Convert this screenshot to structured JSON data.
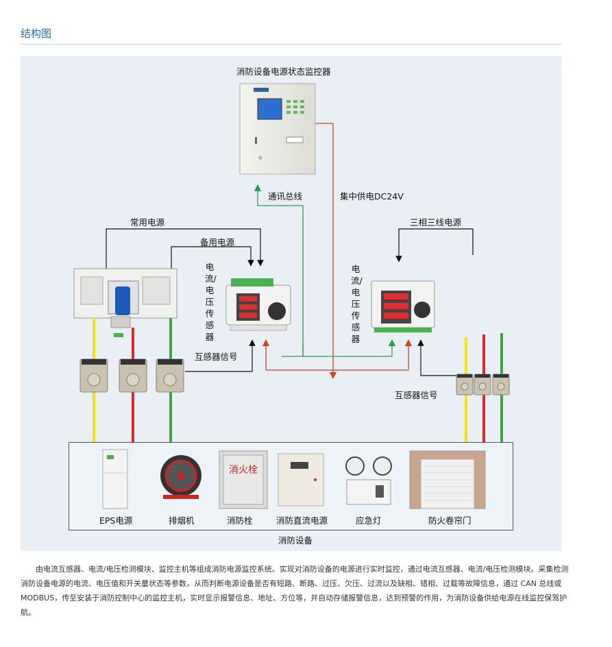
{
  "section_title": "结构图",
  "monitor": {
    "title": "消防设备电源状态监控器"
  },
  "lines": {
    "comm_bus": "通讯总线",
    "central_supply": "集中供电DC24V",
    "normal_power": "常用电源",
    "backup_power": "备用电源",
    "three_phase": "三相三线电源",
    "ct_signal_left": "互感器信号",
    "ct_signal_right": "互感器信号"
  },
  "sensor_left_label": "电流/电压传感器",
  "sensor_right_label": "电流/电压传感器",
  "equipment": {
    "caption": "消防设备",
    "items": [
      {
        "label": "EPS电源",
        "icon": "eps-cabinet-icon"
      },
      {
        "label": "排烟机",
        "icon": "smoke-fan-icon"
      },
      {
        "label": "消防栓",
        "icon": "hydrant-cabinet-icon"
      },
      {
        "label": "消防直流电源",
        "icon": "dc-power-box-icon"
      },
      {
        "label": "应急灯",
        "icon": "emergency-light-icon"
      },
      {
        "label": "防火卷帘门",
        "icon": "rolling-shutter-icon"
      }
    ],
    "hydrant_sign": "消火栓"
  },
  "description": "由电流互感器、电流/电压检测模块、监控主机等组成消防电源监控系统。实现对消防设备的电源进行实时监控，通过电流互感器、电流/电压检测模块。采集检测消防设备电源的电流、电压值和开关量状态等参数，从而判断电源设备是否有短路、断路、过压、欠压、过流以及缺相、错相、过载等故障信息，通过 CAN 总线或 MODBUS，传至安装于消防控制中心的监控主机，实时显示报警信息、地址、方位等，并自动存储报警信息，达到预警的作用，为消防设备供给电源在线监控保驾护航。",
  "colors": {
    "accent_title": "#2a6aa8",
    "phase_yellow": "#f2e21a",
    "phase_red": "#d42a2a",
    "phase_green": "#3aa83a",
    "comm_green": "#2e9a4a",
    "supply_red": "#cc4422",
    "panel_bg": "#e9eff4"
  }
}
